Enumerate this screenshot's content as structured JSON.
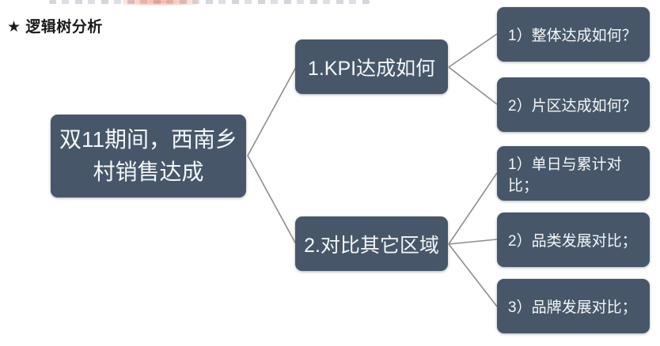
{
  "header": {
    "title": "★ 逻辑树分析"
  },
  "tree": {
    "root": {
      "label": "双11期间，西南乡村销售达成"
    },
    "branches": [
      {
        "label": "1.KPI达成如何",
        "children": [
          {
            "label": "1）整体达成如何？"
          },
          {
            "label": "2）片区达成如何？"
          }
        ]
      },
      {
        "label": "2.对比其它区域",
        "children": [
          {
            "label": "1）单日与累计对比；"
          },
          {
            "label": "2）品类发展对比；"
          },
          {
            "label": "3）品牌发展对比；"
          }
        ]
      }
    ]
  },
  "colors": {
    "background": "#ffffff",
    "node_bg": "#475769",
    "node_text": "#f4f6f9",
    "connector": "#8e8e8e",
    "title_text": "#1b1b1b",
    "marker_red": "#eb5f3c"
  }
}
